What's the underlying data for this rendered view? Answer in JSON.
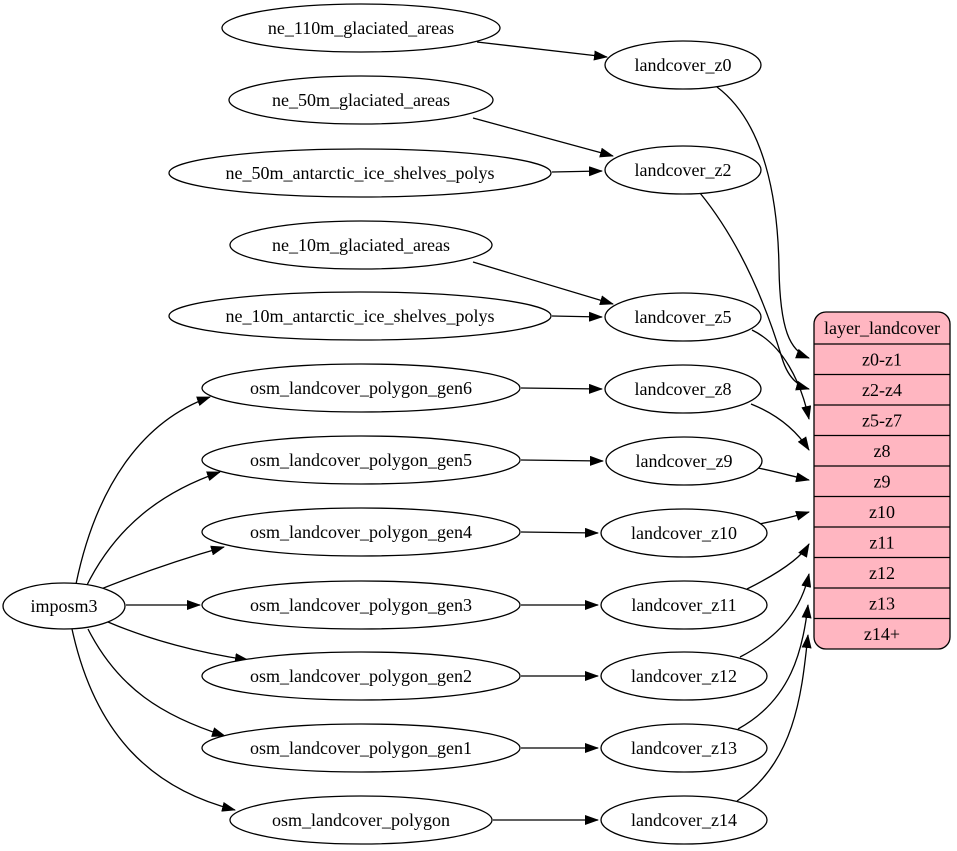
{
  "colors": {
    "background": "#ffffff",
    "node_fill": "#ffffff",
    "node_stroke": "#000000",
    "edge": "#000000",
    "table_fill": "#ffb6c1",
    "table_stroke": "#000000",
    "text": "#000000"
  },
  "diagram": {
    "root": {
      "id": "imposm3",
      "label": "imposm3"
    },
    "sources": [
      {
        "id": "ne_110m_glaciated_areas",
        "label": "ne_110m_glaciated_areas"
      },
      {
        "id": "ne_50m_glaciated_areas",
        "label": "ne_50m_glaciated_areas"
      },
      {
        "id": "ne_50m_antarctic_ice_shelves_polys",
        "label": "ne_50m_antarctic_ice_shelves_polys"
      },
      {
        "id": "ne_10m_glaciated_areas",
        "label": "ne_10m_glaciated_areas"
      },
      {
        "id": "ne_10m_antarctic_ice_shelves_polys",
        "label": "ne_10m_antarctic_ice_shelves_polys"
      },
      {
        "id": "osm_landcover_polygon_gen6",
        "label": "osm_landcover_polygon_gen6"
      },
      {
        "id": "osm_landcover_polygon_gen5",
        "label": "osm_landcover_polygon_gen5"
      },
      {
        "id": "osm_landcover_polygon_gen4",
        "label": "osm_landcover_polygon_gen4"
      },
      {
        "id": "osm_landcover_polygon_gen3",
        "label": "osm_landcover_polygon_gen3"
      },
      {
        "id": "osm_landcover_polygon_gen2",
        "label": "osm_landcover_polygon_gen2"
      },
      {
        "id": "osm_landcover_polygon_gen1",
        "label": "osm_landcover_polygon_gen1"
      },
      {
        "id": "osm_landcover_polygon",
        "label": "osm_landcover_polygon"
      }
    ],
    "stages": [
      {
        "id": "landcover_z0",
        "label": "landcover_z0"
      },
      {
        "id": "landcover_z2",
        "label": "landcover_z2"
      },
      {
        "id": "landcover_z5",
        "label": "landcover_z5"
      },
      {
        "id": "landcover_z8",
        "label": "landcover_z8"
      },
      {
        "id": "landcover_z9",
        "label": "landcover_z9"
      },
      {
        "id": "landcover_z10",
        "label": "landcover_z10"
      },
      {
        "id": "landcover_z11",
        "label": "landcover_z11"
      },
      {
        "id": "landcover_z12",
        "label": "landcover_z12"
      },
      {
        "id": "landcover_z13",
        "label": "landcover_z13"
      },
      {
        "id": "landcover_z14",
        "label": "landcover_z14"
      }
    ],
    "table": {
      "id": "layer_landcover",
      "title": "layer_landcover",
      "rows": [
        "z0-z1",
        "z2-z4",
        "z5-z7",
        "z8",
        "z9",
        "z10",
        "z11",
        "z12",
        "z13",
        "z14+"
      ]
    },
    "edges": [
      {
        "from": "imposm3",
        "to": "osm_landcover_polygon_gen6"
      },
      {
        "from": "imposm3",
        "to": "osm_landcover_polygon_gen5"
      },
      {
        "from": "imposm3",
        "to": "osm_landcover_polygon_gen4"
      },
      {
        "from": "imposm3",
        "to": "osm_landcover_polygon_gen3"
      },
      {
        "from": "imposm3",
        "to": "osm_landcover_polygon_gen2"
      },
      {
        "from": "imposm3",
        "to": "osm_landcover_polygon_gen1"
      },
      {
        "from": "imposm3",
        "to": "osm_landcover_polygon"
      },
      {
        "from": "ne_110m_glaciated_areas",
        "to": "landcover_z0"
      },
      {
        "from": "ne_50m_glaciated_areas",
        "to": "landcover_z2"
      },
      {
        "from": "ne_50m_antarctic_ice_shelves_polys",
        "to": "landcover_z2"
      },
      {
        "from": "ne_10m_glaciated_areas",
        "to": "landcover_z5"
      },
      {
        "from": "ne_10m_antarctic_ice_shelves_polys",
        "to": "landcover_z5"
      },
      {
        "from": "osm_landcover_polygon_gen6",
        "to": "landcover_z8"
      },
      {
        "from": "osm_landcover_polygon_gen5",
        "to": "landcover_z9"
      },
      {
        "from": "osm_landcover_polygon_gen4",
        "to": "landcover_z10"
      },
      {
        "from": "osm_landcover_polygon_gen3",
        "to": "landcover_z11"
      },
      {
        "from": "osm_landcover_polygon_gen2",
        "to": "landcover_z12"
      },
      {
        "from": "osm_landcover_polygon_gen1",
        "to": "landcover_z13"
      },
      {
        "from": "osm_landcover_polygon",
        "to": "landcover_z14"
      },
      {
        "from": "landcover_z0",
        "to": "row:z0-z1"
      },
      {
        "from": "landcover_z2",
        "to": "row:z2-z4"
      },
      {
        "from": "landcover_z5",
        "to": "row:z5-z7"
      },
      {
        "from": "landcover_z8",
        "to": "row:z8"
      },
      {
        "from": "landcover_z9",
        "to": "row:z9"
      },
      {
        "from": "landcover_z10",
        "to": "row:z10"
      },
      {
        "from": "landcover_z11",
        "to": "row:z11"
      },
      {
        "from": "landcover_z12",
        "to": "row:z12"
      },
      {
        "from": "landcover_z13",
        "to": "row:z13"
      },
      {
        "from": "landcover_z14",
        "to": "row:z14+"
      }
    ]
  }
}
